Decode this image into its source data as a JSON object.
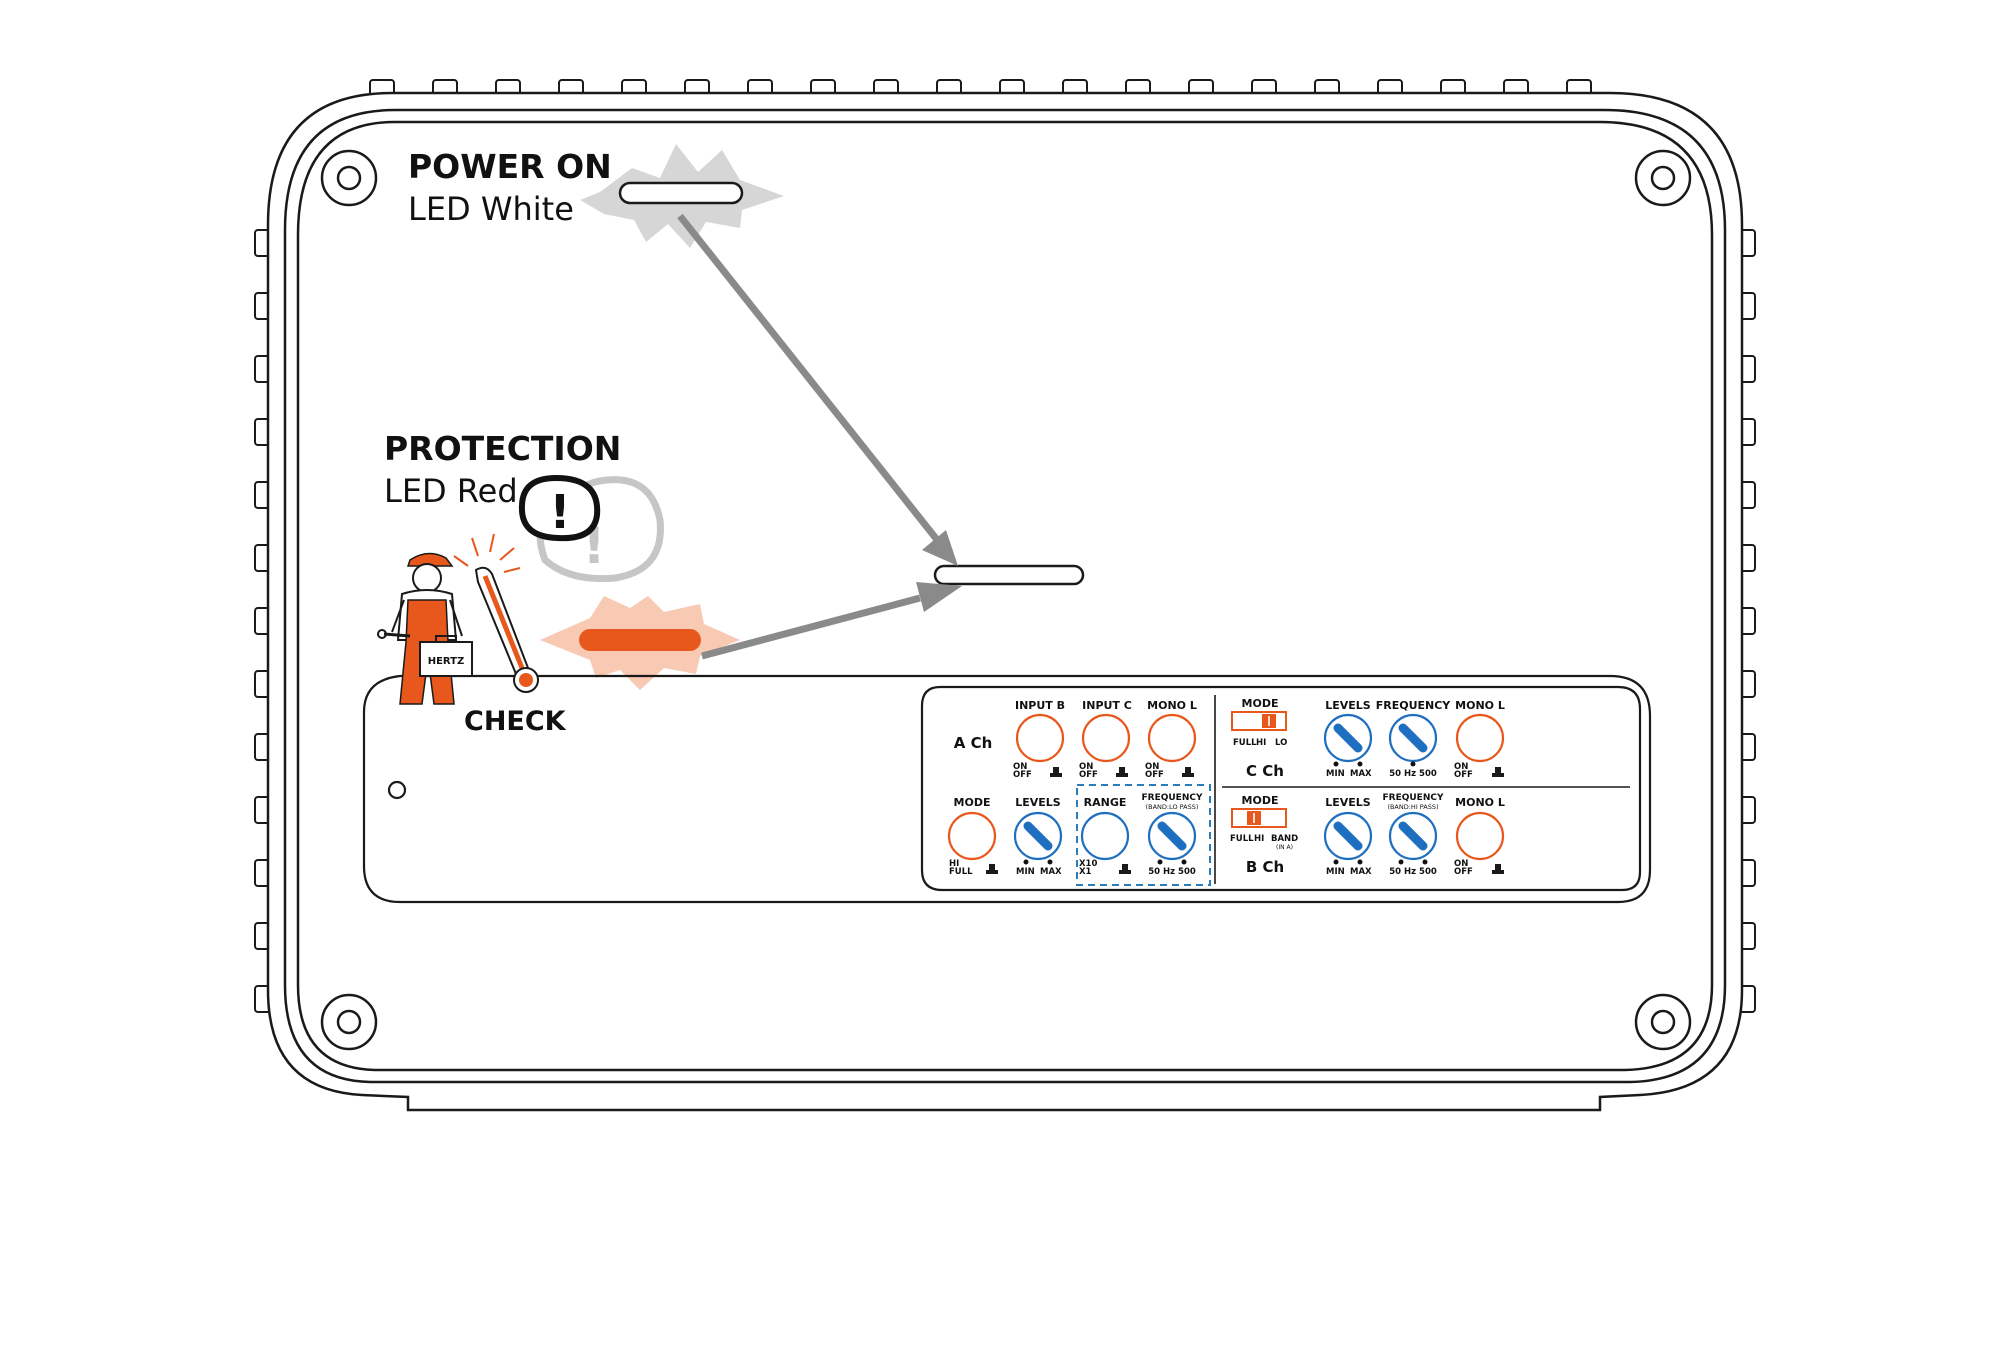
{
  "labels": {
    "power_title": "POWER ON",
    "power_sub": "LED White",
    "protection_title": "PROTECTION",
    "protection_sub": "LED Red",
    "exclaim": "!",
    "check": "CHECK",
    "brand": "HERTZ"
  },
  "panel": {
    "a_ch": "A Ch",
    "b_ch": "B Ch",
    "c_ch": "C Ch",
    "mode": "MODE",
    "levels": "LEVELS",
    "frequency": "FREQUENCY",
    "range": "RANGE",
    "input_b": "INPUT B",
    "input_c": "INPUT C",
    "mono_l": "MONO L",
    "on": "ON",
    "off": "OFF",
    "hi": "HI",
    "full": "FULL",
    "lo": "LO",
    "band": "BAND",
    "in_a": "(IN A)",
    "min": "MIN",
    "max": "MAX",
    "x10": "X10",
    "x1": "X1",
    "freq_range": "50 Hz 500",
    "band_lo_pass": "(BAND:LO PASS)",
    "band_hi_pass": "(BAND:HI PASS)"
  },
  "colors": {
    "outline": "#1a1a1a",
    "accent_orange": "#e8571b",
    "knob_blue": "#1f6fc0",
    "arrow_gray": "#8a8a8a",
    "glow_gray": "#d6d6d6",
    "glow_orange": "#f8c9b3"
  }
}
